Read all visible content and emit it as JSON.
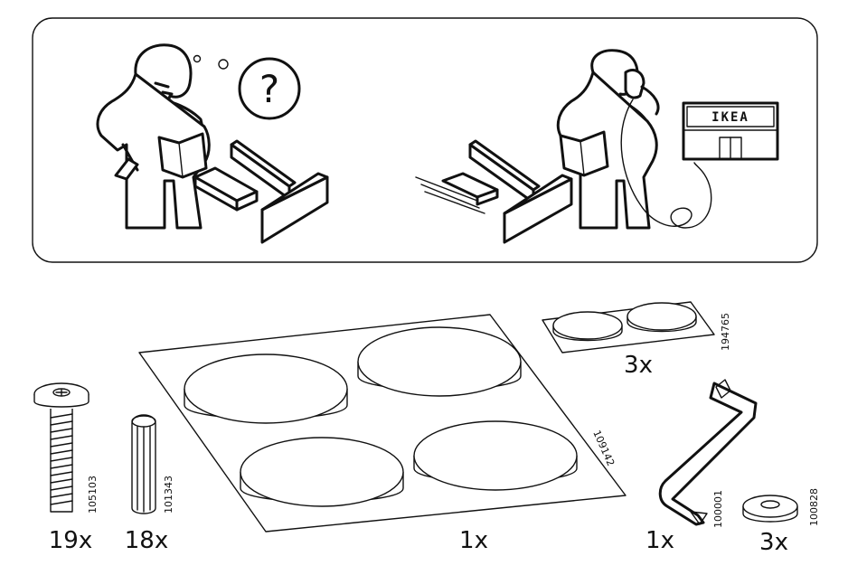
{
  "help_panel": {
    "question_mark": "?",
    "store_sign": "IKEA"
  },
  "parts": [
    {
      "id": "screw",
      "code": "105103",
      "quantity": "19x"
    },
    {
      "id": "dowel",
      "code": "101343",
      "quantity": "18x"
    },
    {
      "id": "pad-sheet",
      "code": "109142",
      "quantity": "1x"
    },
    {
      "id": "small-pads",
      "code": "194765",
      "quantity": "3x"
    },
    {
      "id": "allen-key",
      "code": "100001",
      "quantity": "1x"
    },
    {
      "id": "washer",
      "code": "100828",
      "quantity": "3x"
    }
  ]
}
